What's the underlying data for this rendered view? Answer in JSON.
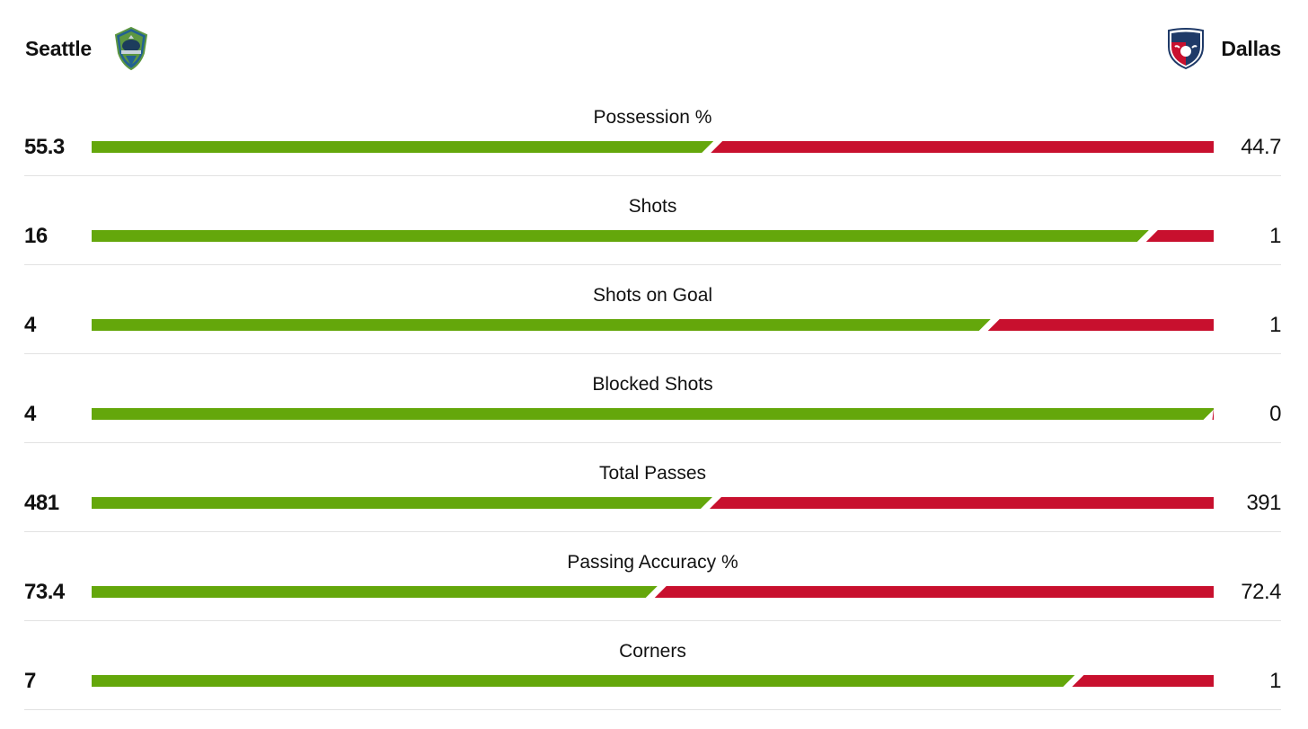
{
  "header": {
    "home_team": "Seattle",
    "away_team": "Dallas",
    "home_crest_icon": "seattle-sounders-crest-icon",
    "away_crest_icon": "fc-dallas-crest-icon"
  },
  "colors": {
    "home": "#64a70b",
    "away": "#c8102e",
    "divider": "#e2e2e2"
  },
  "stats": [
    {
      "label": "Possession %",
      "home": "55.3",
      "away": "44.7",
      "home_share": 0.553
    },
    {
      "label": "Shots",
      "home": "16",
      "away": "1",
      "home_share": 0.941
    },
    {
      "label": "Shots on Goal",
      "home": "4",
      "away": "1",
      "home_share": 0.8
    },
    {
      "label": "Blocked Shots",
      "home": "4",
      "away": "0",
      "home_share": 1.0
    },
    {
      "label": "Total Passes",
      "home": "481",
      "away": "391",
      "home_share": 0.552
    },
    {
      "label": "Passing Accuracy %",
      "home": "73.4",
      "away": "72.4",
      "home_share": 0.503
    },
    {
      "label": "Corners",
      "home": "7",
      "away": "1",
      "home_share": 0.875
    }
  ]
}
